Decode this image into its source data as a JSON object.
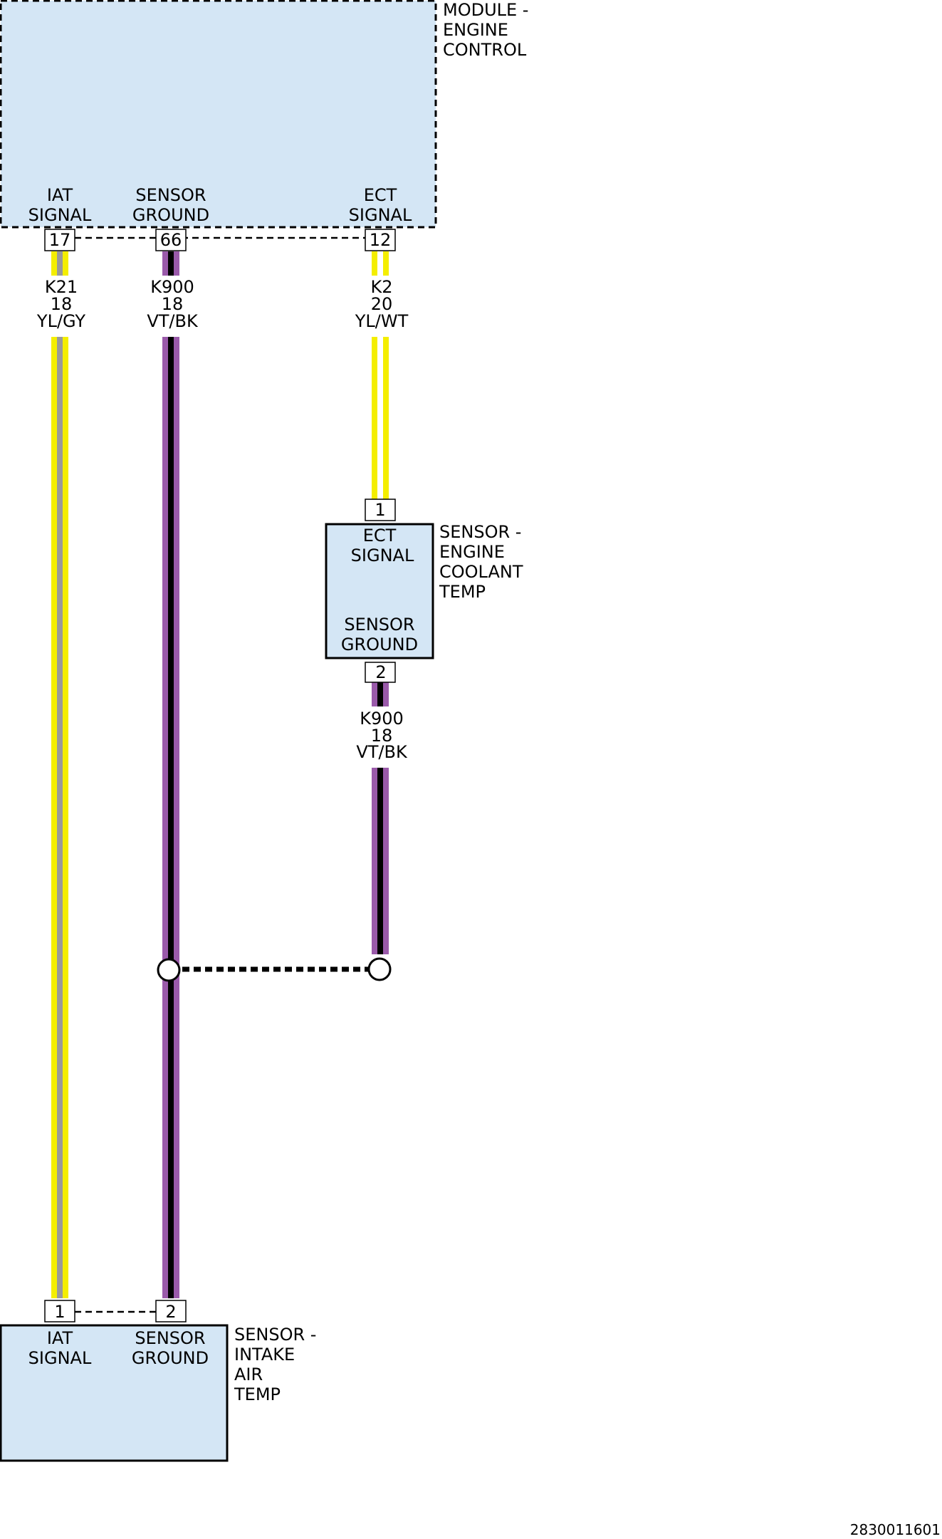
{
  "colors": {
    "module_fill": "#d4e6f5",
    "outline": "#000000",
    "yellow": "#f4ee00",
    "gray": "#9a9a9a",
    "violet": "#9a5aaa",
    "black": "#000000",
    "white": "#ffffff"
  },
  "ecm": {
    "title_lines": [
      "MODULE -",
      "ENGINE",
      "CONTROL"
    ],
    "pins": [
      {
        "label_lines": [
          "IAT",
          "SIGNAL"
        ],
        "pin": "17"
      },
      {
        "label_lines": [
          "SENSOR",
          "GROUND"
        ],
        "pin": "66"
      },
      {
        "label_lines": [
          "ECT",
          "SIGNAL"
        ],
        "pin": "12"
      }
    ]
  },
  "wires": [
    {
      "circuit": "K21",
      "gauge": "18",
      "color": "YL/GY"
    },
    {
      "circuit": "K900",
      "gauge": "18",
      "color": "VT/BK"
    },
    {
      "circuit": "K2",
      "gauge": "20",
      "color": "YL/WT"
    },
    {
      "circuit": "K900",
      "gauge": "18",
      "color": "VT/BK"
    }
  ],
  "ect_sensor": {
    "title_lines": [
      "SENSOR -",
      "ENGINE",
      "COOLANT",
      "TEMP"
    ],
    "pin_top": "1",
    "pin_bottom": "2",
    "top_label_lines": [
      "ECT",
      "SIGNAL"
    ],
    "bottom_label_lines": [
      "SENSOR",
      "GROUND"
    ]
  },
  "iat_sensor": {
    "title_lines": [
      "SENSOR -",
      "INTAKE",
      "AIR",
      "TEMP"
    ],
    "pins": [
      {
        "label_lines": [
          "IAT",
          "SIGNAL"
        ],
        "pin": "1"
      },
      {
        "label_lines": [
          "SENSOR",
          "GROUND"
        ],
        "pin": "2"
      }
    ]
  },
  "footer": {
    "figure_number": "2830011601"
  }
}
